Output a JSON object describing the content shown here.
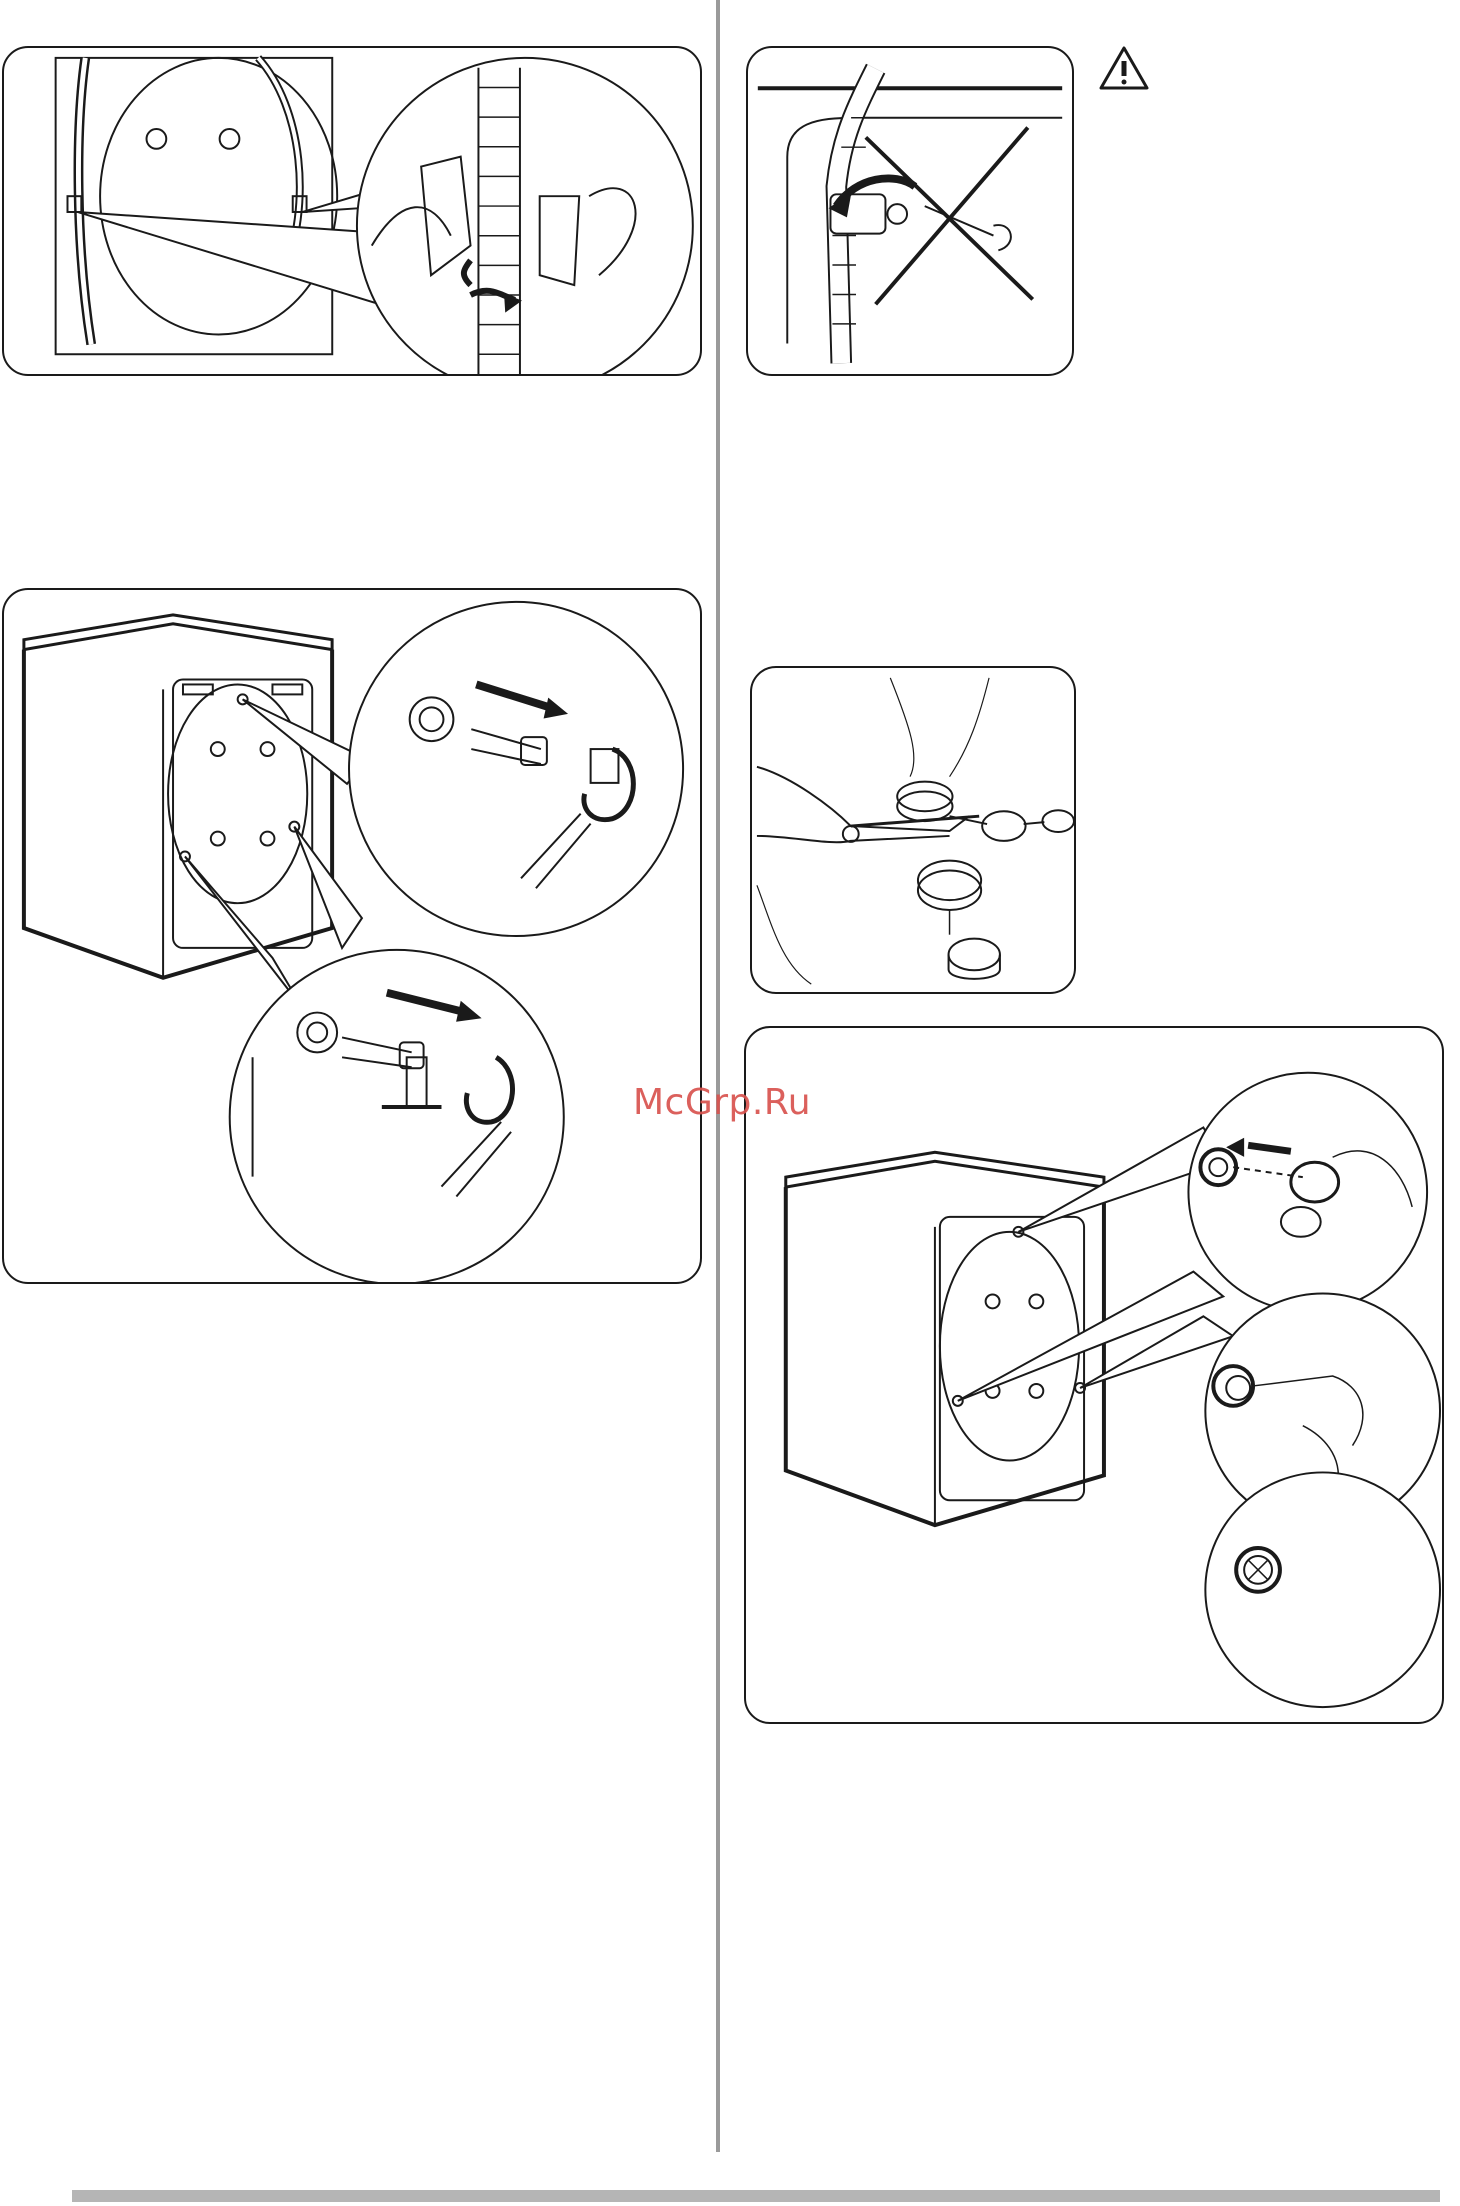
{
  "watermark": {
    "text": "McGrp.Ru"
  },
  "colors": {
    "line": "#1a1a1a",
    "watermark": "#d9534f",
    "divider": "#9a9a9a",
    "footer": "#b5b5b5"
  },
  "icons": {
    "warning": "warning-triangle-icon"
  },
  "figures": [
    {
      "id": "hose-clip-removal"
    },
    {
      "id": "drain-hose-do-not-remove-warning"
    },
    {
      "id": "transit-bolt-removal"
    },
    {
      "id": "cap-cutting"
    },
    {
      "id": "insert-plastic-caps"
    }
  ]
}
